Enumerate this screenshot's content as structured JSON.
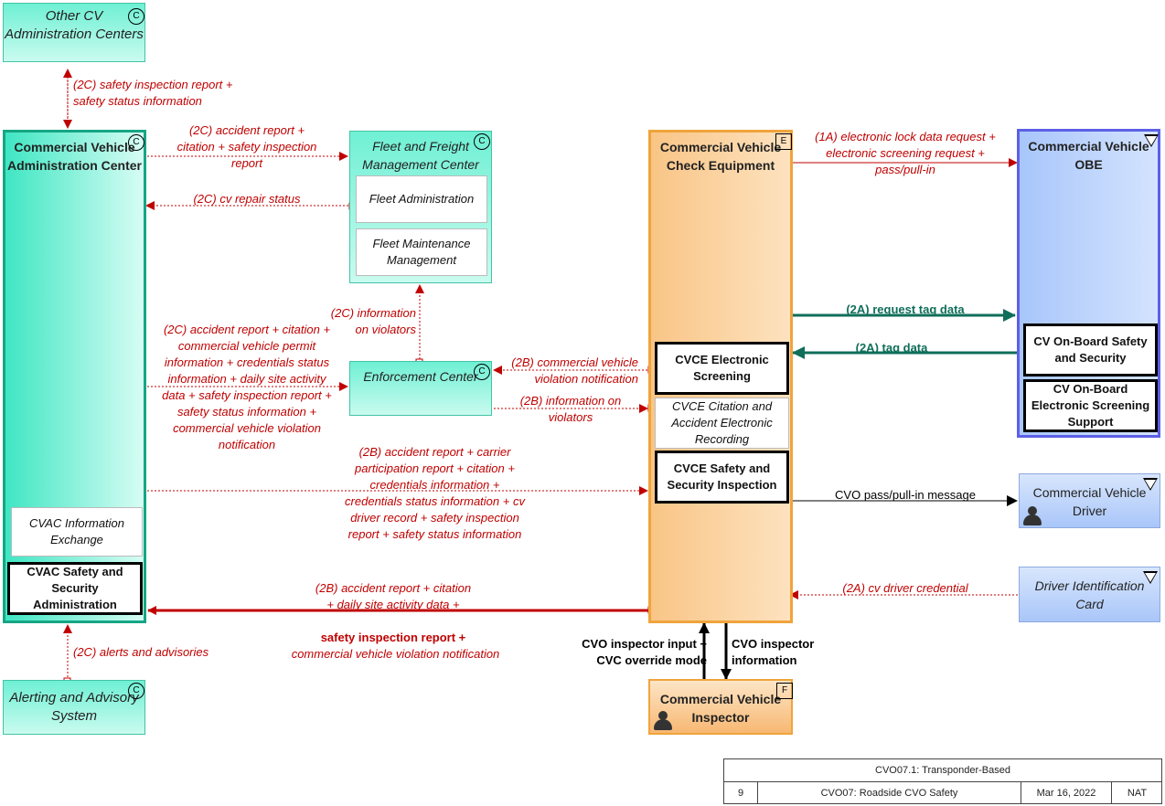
{
  "nodes": {
    "other_cv": {
      "title": "Other CV Administration Centers",
      "badge": "C"
    },
    "cvac": {
      "title": "Commercial Vehicle Administration Center",
      "badge": "C",
      "subs": [
        "CVAC Information Exchange",
        "CVAC Safety and Security Administration"
      ]
    },
    "fleet": {
      "title": "Fleet and Freight Management Center",
      "badge": "C",
      "subs": [
        "Fleet Administration",
        "Fleet Maintenance Management"
      ]
    },
    "enforcement": {
      "title": "Enforcement Center",
      "badge": "C"
    },
    "cvce": {
      "title": "Commercial Vehicle Check Equipment",
      "badge": "E",
      "subs": [
        "CVCE Electronic Screening",
        "CVCE Citation and Accident Electronic Recording",
        "CVCE Safety and Security Inspection"
      ]
    },
    "obe": {
      "title": "Commercial Vehicle OBE",
      "badge": "V",
      "subs": [
        "CV On-Board Safety and Security",
        "CV On-Board Electronic Screening Support"
      ]
    },
    "driver": {
      "title": "Commercial Vehicle Driver",
      "badge": "V"
    },
    "driver_id": {
      "title": "Driver Identification Card",
      "badge": "V"
    },
    "alerting": {
      "title": "Alerting and Advisory System",
      "badge": "C"
    },
    "inspector": {
      "title": "Commercial Vehicle Inspector",
      "badge": "F"
    }
  },
  "flows": {
    "f1": "(2C) safety inspection report + safety status information",
    "f2": "(2C) accident report + citation + safety inspection report",
    "f3": "(2C) cv repair status",
    "f4": "(2C) information on violators",
    "f5": "(2C) accident report + citation + commercial vehicle permit information + credentials status information + daily site activity data + safety inspection report + safety status information + commercial vehicle violation notification",
    "f6": "(2B) commercial vehicle violation notification",
    "f7": "(2B) information on violators",
    "f8": "(2B) accident report + carrier participation report + citation + credentials information + credentials status information + cv driver record + safety inspection report + safety status information",
    "f9a": "(2B) accident report + citation + daily site activity data +",
    "f9b": "safety inspection report +",
    "f9c": "commercial vehicle violation notification",
    "f10": "(2C) alerts and advisories",
    "f11": "(1A) electronic lock data request + electronic screening request + pass/pull-in",
    "f12": "(2A) request tag data",
    "f13": "(2A) tag data",
    "f14": "CVO pass/pull-in message",
    "f15": "(2A) cv driver credential",
    "f16": "CVO inspector input + CVC override mode",
    "f17": "CVO inspector information"
  },
  "legend": {
    "title": "CVO07.1: Transponder-Based",
    "page": "9",
    "package": "CVO07: Roadside CVO Safety",
    "date": "Mar 16, 2022",
    "scope": "NAT"
  }
}
